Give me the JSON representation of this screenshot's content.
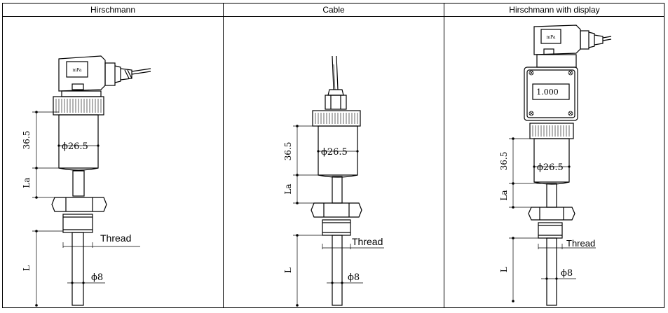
{
  "columns": [
    {
      "header": "Hirschmann",
      "dims": {
        "h1": "36.5",
        "la": "La",
        "dia_body": "ϕ26.5",
        "l": "L",
        "dia_probe": "ϕ8",
        "thread": "Thread"
      },
      "plug_text": "mPa"
    },
    {
      "header": "Cable",
      "dims": {
        "h1": "36.5",
        "la": "La",
        "dia_body": "ϕ26.5",
        "l": "L",
        "dia_probe": "ϕ8",
        "thread": "Thread"
      }
    },
    {
      "header": "Hirschmann with display",
      "dims": {
        "h1": "36.5",
        "la": "La",
        "dia_body": "ϕ26.5",
        "l": "L",
        "dia_probe": "ϕ8",
        "thread": "Thread"
      },
      "plug_text": "mPa",
      "display_value": "1.000"
    }
  ]
}
